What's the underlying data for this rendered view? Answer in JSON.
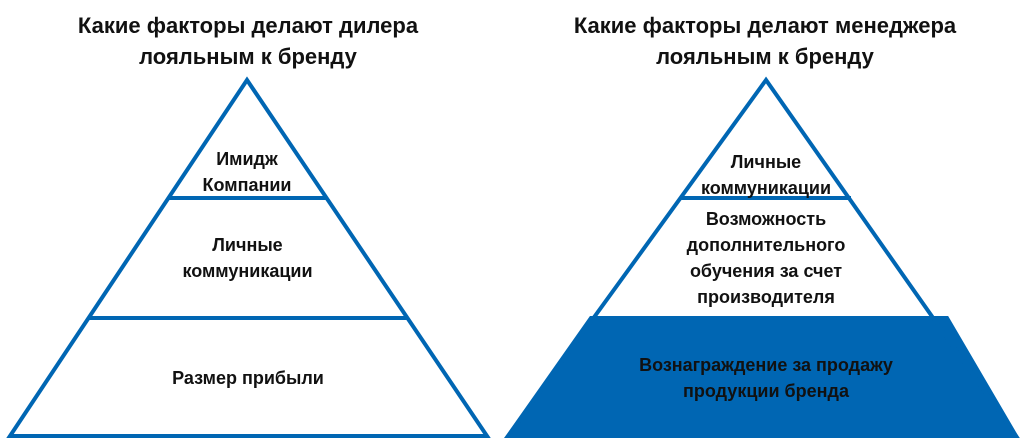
{
  "colors": {
    "accent": "#0066b3",
    "stroke": "#0066b3",
    "text": "#111111",
    "background": "#ffffff"
  },
  "left_diagram": {
    "title_line1": "Какие факторы делают дилера",
    "title_line2": "лояльным к бренду",
    "layers": {
      "top": {
        "line1": "Имидж",
        "line2": "Компании"
      },
      "middle": {
        "line1": "Личные",
        "line2": "коммуникации"
      },
      "bottom": {
        "line1": "Размер прибыли"
      }
    }
  },
  "right_diagram": {
    "title_line1": "Какие факторы делают менеджера",
    "title_line2": "лояльным к бренду",
    "layers": {
      "top": {
        "line1": "Личные",
        "line2": "коммуникации"
      },
      "middle": {
        "line1": "Возможность",
        "line2": "дополнительного",
        "line3": "обучения за счет",
        "line4": "производителя"
      },
      "bottom": {
        "line1": "Вознаграждение за продажу",
        "line2": "продукции бренда"
      }
    }
  }
}
